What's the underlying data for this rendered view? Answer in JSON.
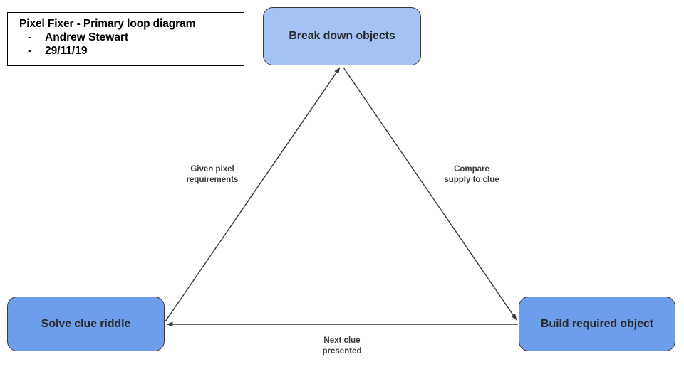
{
  "diagram": {
    "title_box": {
      "title": "Pixel Fixer - Primary loop diagram",
      "bullet_marker": "-",
      "items": [
        "Andrew Stewart",
        "29/11/19"
      ]
    },
    "nodes": [
      {
        "id": "break-down-objects",
        "label": "Break down objects",
        "fill": "#a4c2f4",
        "stroke": "#3a3a3c"
      },
      {
        "id": "solve-clue-riddle",
        "label": "Solve clue riddle",
        "fill": "#6d9eeb",
        "stroke": "#3a3a3c"
      },
      {
        "id": "build-required-object",
        "label": "Build required object",
        "fill": "#6d9eeb",
        "stroke": "#3a3a3c"
      }
    ],
    "edges": [
      {
        "id": "solve-to-breakdown",
        "from": "solve-clue-riddle",
        "to": "break-down-objects",
        "label": "Given pixel\nrequirements",
        "arrow": "end"
      },
      {
        "id": "breakdown-to-build",
        "from": "break-down-objects",
        "to": "build-required-object",
        "label": "Compare\nsupply to clue",
        "arrow": "end"
      },
      {
        "id": "build-to-solve",
        "from": "build-required-object",
        "to": "solve-clue-riddle",
        "label": "Next clue\npresented",
        "arrow": "end"
      }
    ],
    "colors": {
      "line": "#3a3a3c",
      "label_text": "#3a3a3c",
      "node_text": "#2b2b2d",
      "title_text": "#000000",
      "background": "#ffffff"
    }
  }
}
